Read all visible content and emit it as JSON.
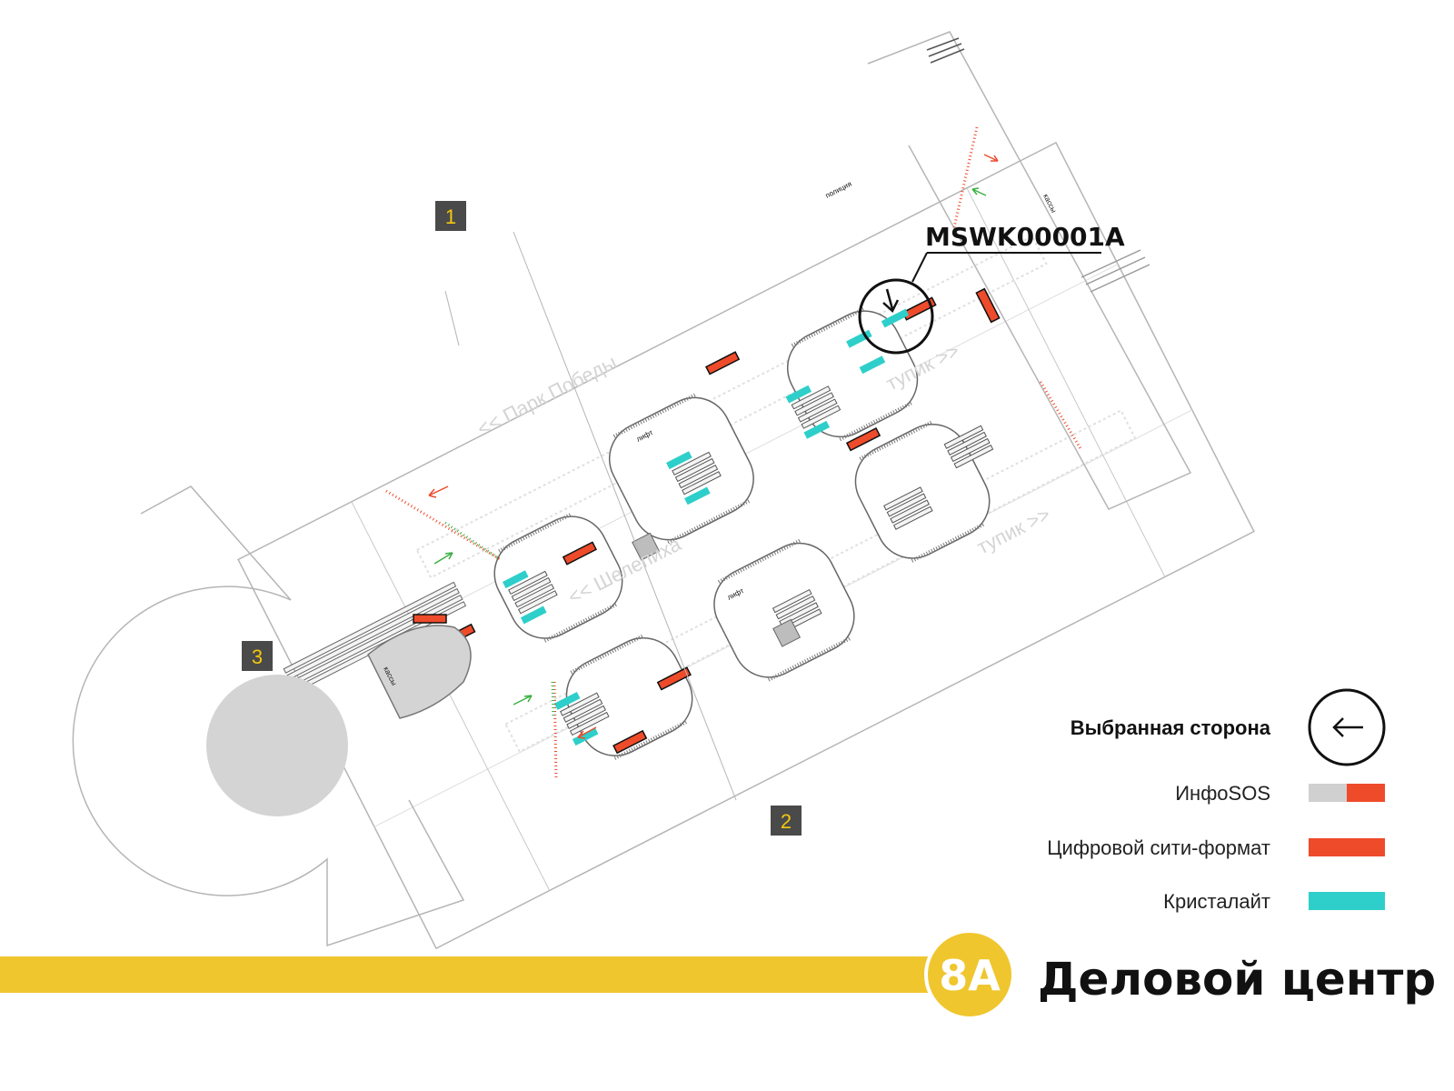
{
  "screen": {
    "selected_code": "MSWK00001A",
    "exits": [
      "1",
      "2",
      "3"
    ],
    "directions": [
      "<< Парк Победы",
      "тупик >>",
      "<< Шелепиха",
      "тупик >>"
    ],
    "small_labels": {
      "police": "полиция",
      "cashier_top": "кассы",
      "cashier_bottom": "кассы",
      "lift_a": "лифт",
      "lift_b": "лифт"
    },
    "legend": {
      "selected_side": "Выбранная сторона",
      "items": [
        {
          "label": "ИнфоSOS",
          "colors": [
            "#d0d0d0",
            "#ee4b2b"
          ]
        },
        {
          "label": "Цифровой сити-формат",
          "colors": [
            "#ee4b2b"
          ]
        },
        {
          "label": "Кристалайт",
          "colors": [
            "#2ecfca"
          ]
        }
      ]
    },
    "line": {
      "number": "8А",
      "color": "#f0c62e"
    },
    "station": "Деловой центр"
  }
}
